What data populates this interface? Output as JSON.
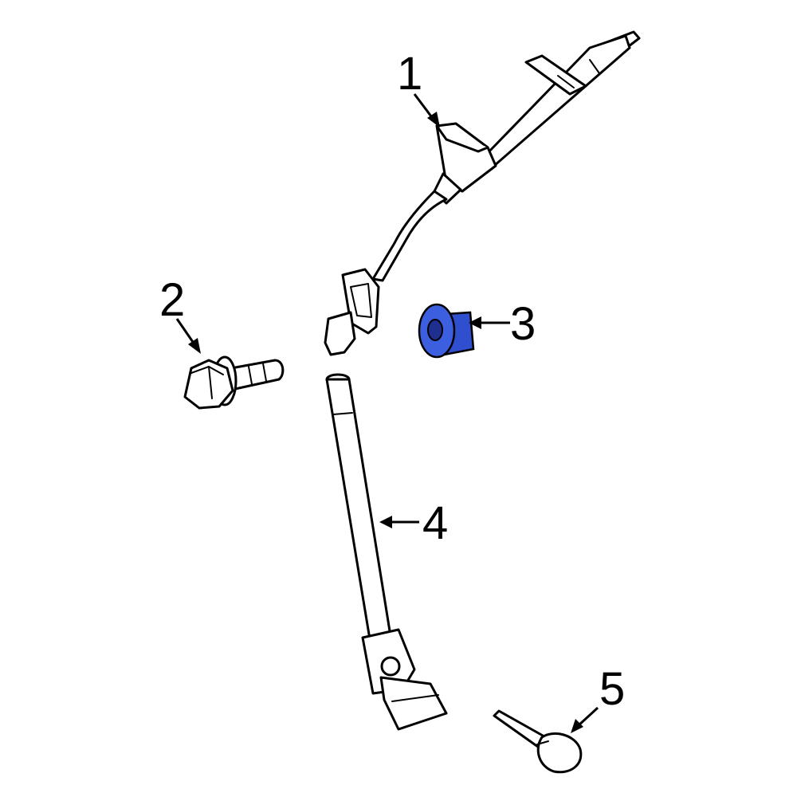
{
  "callouts": [
    {
      "id": "1",
      "label": "1"
    },
    {
      "id": "2",
      "label": "2"
    },
    {
      "id": "3",
      "label": "3"
    },
    {
      "id": "4",
      "label": "4"
    },
    {
      "id": "5",
      "label": "5"
    }
  ],
  "colors": {
    "line": "#000000",
    "background": "#ffffff",
    "highlight_part": "#2f4fcf",
    "highlight_part_dark": "#1f2f8f"
  }
}
